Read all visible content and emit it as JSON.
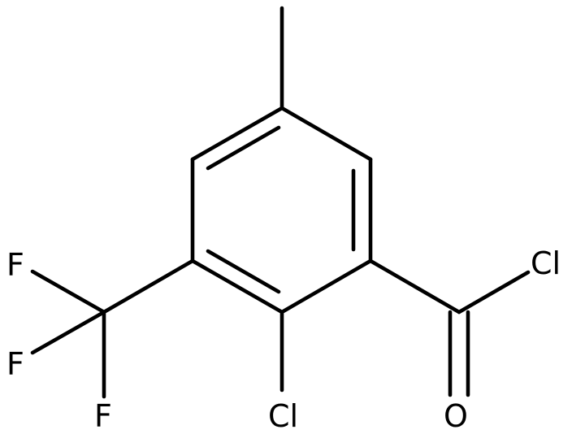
{
  "molecule": {
    "atom_labels": {
      "cl_acyl": "Cl",
      "o_carbonyl": "O",
      "cl_ring": "Cl",
      "f_top": "F",
      "f_middle": "F",
      "f_bottom": "F"
    },
    "colors": {
      "bond": "#000000",
      "label": "#000000",
      "background": "#ffffff"
    }
  }
}
